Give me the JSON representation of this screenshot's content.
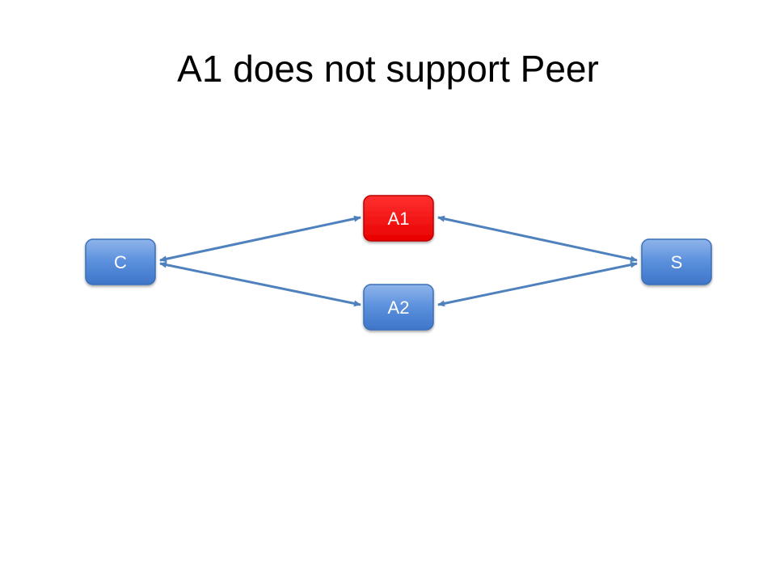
{
  "title": "A1 does not support Peer",
  "nodes": {
    "c": {
      "label": "C",
      "color": "#4f81bd"
    },
    "a1": {
      "label": "A1",
      "color": "#ff0000",
      "status": "does not support Peer"
    },
    "a2": {
      "label": "A2",
      "color": "#4f81bd"
    },
    "s": {
      "label": "S",
      "color": "#4f81bd"
    }
  },
  "edges": [
    {
      "from": "C",
      "to": "A1",
      "direction": "bidirectional"
    },
    {
      "from": "C",
      "to": "A2",
      "direction": "bidirectional"
    },
    {
      "from": "A1",
      "to": "S",
      "direction": "bidirectional"
    },
    {
      "from": "A2",
      "to": "S",
      "direction": "bidirectional"
    }
  ],
  "colors": {
    "node_blue": "#4f81bd",
    "node_red": "#ff0000",
    "edge": "#4f81bd"
  }
}
